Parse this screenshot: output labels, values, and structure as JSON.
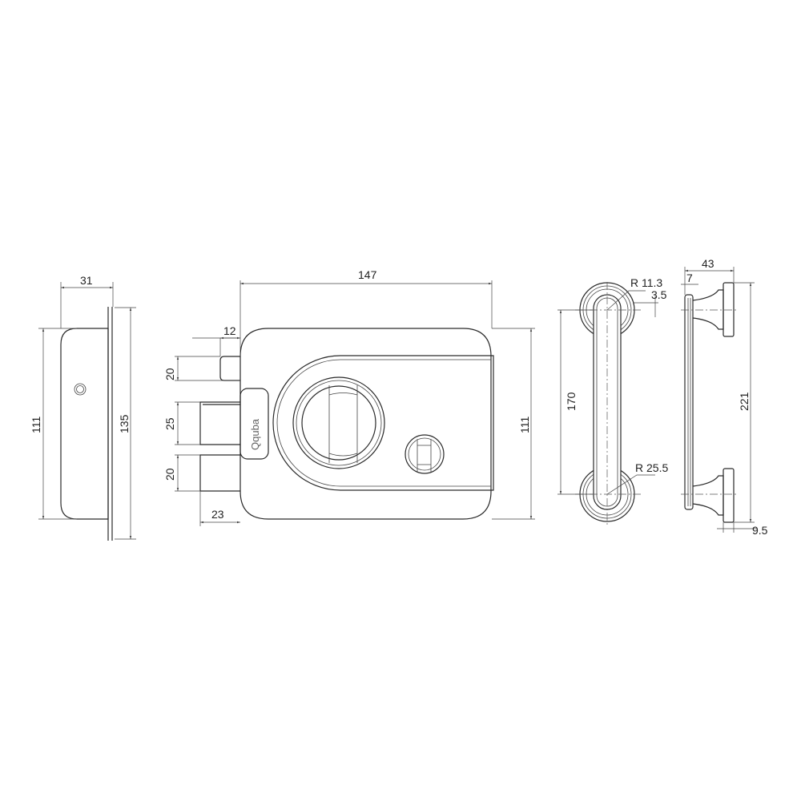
{
  "brand_logo": "Qquba",
  "side_view": {
    "width": "31",
    "body_height": "111",
    "plate_height": "135"
  },
  "front_view": {
    "overall_width": "147",
    "deadbolt_projection": "12",
    "latch_bolt_height_top": "20",
    "bolt_height_middle": "25",
    "bolt_height_bottom": "20",
    "bolt_projection": "23",
    "height": "111"
  },
  "handle_front": {
    "centers": "170",
    "grip_radius": "R 11.3",
    "offset": "3.5",
    "rosette_radius": "R 25.5"
  },
  "handle_side": {
    "depth": "43",
    "plate_thickness": "7",
    "overall_length": "221",
    "rosette_thickness": "9.5"
  }
}
